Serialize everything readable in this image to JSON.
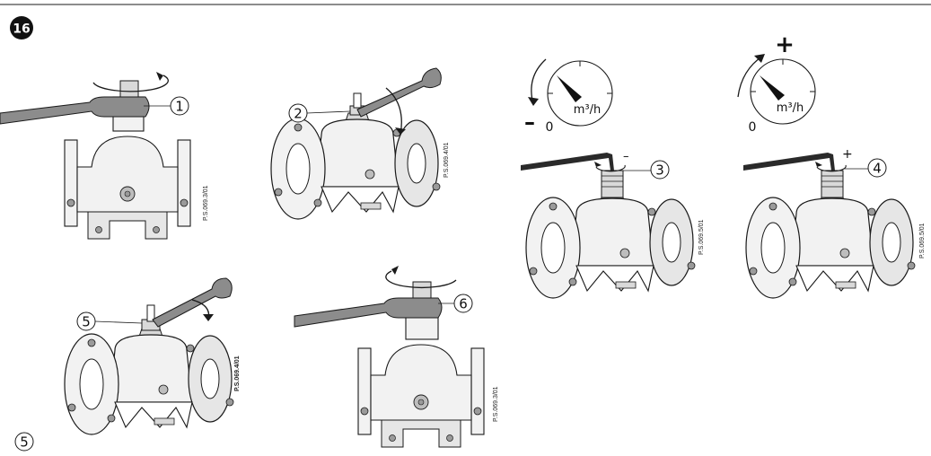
{
  "figure": {
    "step_number": "16",
    "footer_step": "5"
  },
  "steps": [
    {
      "callout": "1",
      "code": "P.S.069.3/01"
    },
    {
      "callout": "2",
      "code": "P.S.069.4/01"
    },
    {
      "callout": "3",
      "code": "P.S.069.5/01",
      "sign": "–"
    },
    {
      "callout": "4",
      "code": "P.S.069.5/01",
      "sign": "+"
    },
    {
      "callout": "5",
      "code": "P.S.069.4/01"
    },
    {
      "callout": "6",
      "code": "P.S.069.3/01"
    }
  ],
  "gauges": [
    {
      "unit": "m³/h",
      "zero": "0",
      "sign": "–"
    },
    {
      "unit": "m³/h",
      "zero": "0",
      "sign": "+"
    }
  ],
  "colors": {
    "line": "#1a1a1a",
    "fill_light": "#f2f2f2",
    "fill_mid": "#d9d9d9",
    "fill_dark": "#9a9a9a"
  }
}
